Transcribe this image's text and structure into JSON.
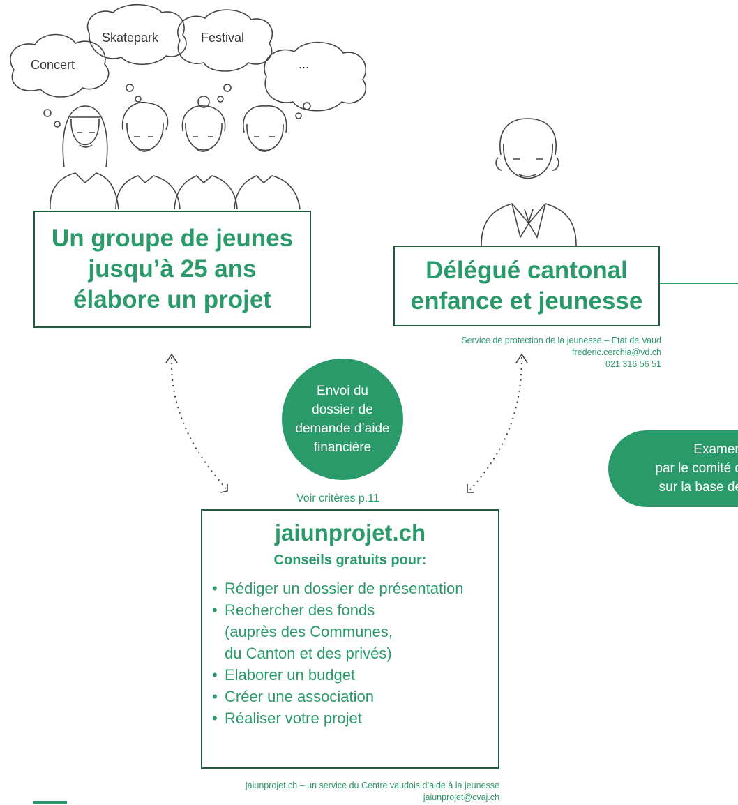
{
  "bubbles": {
    "concert": "Concert",
    "skatepark": "Skatepark",
    "festival": "Festival",
    "more": "..."
  },
  "group_box": {
    "line1": "Un groupe de jeunes",
    "line2": "jusqu’à 25 ans",
    "line3": "élabore un projet"
  },
  "delegate_box": {
    "line1": "Délégué cantonal",
    "line2": "enfance et jeunesse"
  },
  "delegate_contact": {
    "service": "Service de protection de la jeunesse – Etat de Vaud",
    "email": "frederic.cerchia@vd.ch",
    "phone": "021 316 56 51"
  },
  "send_circle": {
    "line1": "Envoi du",
    "line2": "dossier de",
    "line3": "demande d’aide",
    "line4": "financière"
  },
  "criteria_note": "Voir critères p.11",
  "exam_pill": {
    "line1": "Examen",
    "line2": "par le comité d",
    "line3": "sur la base de"
  },
  "advice_box": {
    "title": "jaiunprojet.ch",
    "subtitle": "Conseils gratuits pour:",
    "items": {
      "0": "Rédiger un dossier de présentation",
      "1": "Rechercher des fonds",
      "1a": "(auprès des Communes,",
      "1b": "du Canton et des privés)",
      "2": "Elaborer un budget",
      "3": "Créer une association",
      "4": "Réaliser votre projet"
    }
  },
  "advice_footer": {
    "line1": "jaiunprojet.ch – un service du Centre vaudois d’aide à la jeunesse",
    "line2": "jaiunprojet@cvaj.ch"
  },
  "colors": {
    "brand_green": "#2a9a6a",
    "box_border": "#1f5a3c",
    "line_art": "#444444"
  }
}
